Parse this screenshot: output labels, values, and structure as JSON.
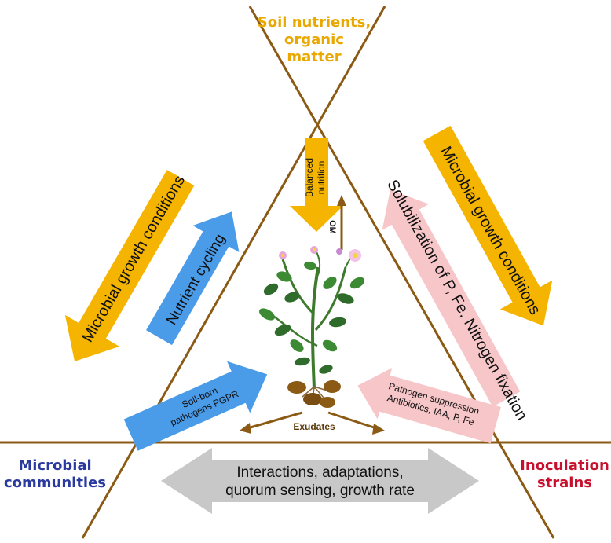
{
  "corners": {
    "top": [
      "Soil nutrients,",
      "organic",
      "matter"
    ],
    "left": [
      "Microbial",
      "communities"
    ],
    "right": [
      "Inoculation",
      "strains"
    ]
  },
  "arrows": {
    "left_outer": "Microbial growth conditions",
    "left_inner": "Nutrient cycling",
    "right_outer": "Microbial growth conditions",
    "right_inner": "Solubilization of P, Fe, Nitrogen fixation",
    "top_down": [
      "Balanced",
      "nutrition"
    ],
    "om": "OM",
    "bottom_left": [
      "Soil-born",
      "pathogens PGPR"
    ],
    "bottom_right": [
      "Pathogen suppression",
      "Antibiotics, IAA, P, Fe"
    ],
    "exudates": "Exudates",
    "bottom": [
      "Interactions, adaptations,",
      "quorum sensing, growth rate"
    ]
  },
  "colors": {
    "line": "#8B5A14",
    "orange": "#F5B400",
    "blue": "#4A9BE8",
    "pink": "#F7C6C9",
    "gray": "#C8C8C8",
    "corner_top": "#E8A800",
    "corner_left": "#2B3A9E",
    "corner_right": "#C8102E"
  }
}
